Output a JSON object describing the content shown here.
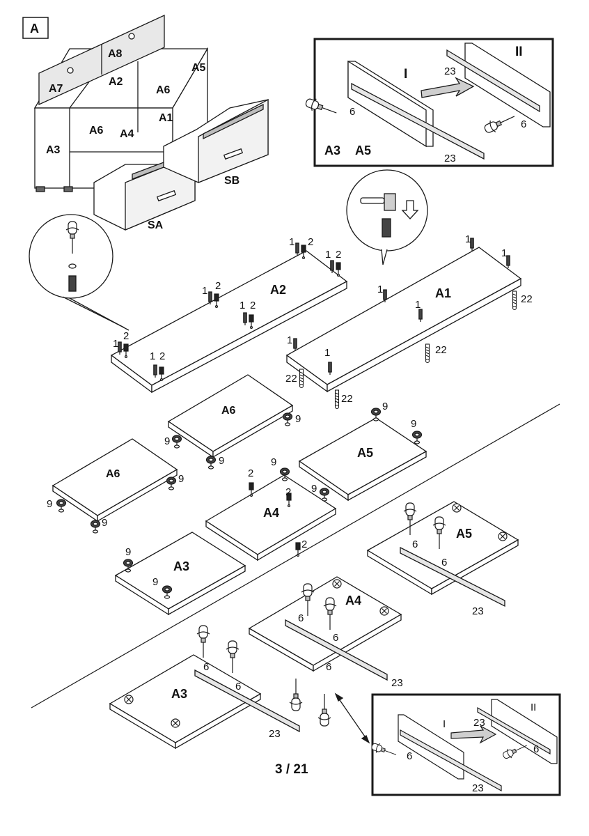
{
  "step_label": "A",
  "page_number": "3 / 21",
  "overview": {
    "parts": [
      "A8",
      "A7",
      "A2",
      "A5",
      "A6",
      "A1",
      "A6",
      "A4",
      "A3"
    ],
    "drawers": [
      "SB",
      "SA"
    ]
  },
  "slide_detail_top": {
    "panel_labels": [
      "I",
      "II"
    ],
    "numbers": [
      "23",
      "6",
      "6",
      "23"
    ],
    "parts": [
      "A3",
      "A5"
    ]
  },
  "slide_detail_bottom": {
    "panel_labels": [
      "I",
      "II"
    ],
    "numbers": [
      "23",
      "6",
      "6",
      "23"
    ]
  },
  "panels": {
    "a2": "A2",
    "a1": "A1",
    "a6_upper": "A6",
    "a6_lower": "A6",
    "a5_upper": "A5",
    "a4_upper": "A4",
    "a3_upper": "A3",
    "a5_lower": "A5",
    "a4_lower": "A4",
    "a3_lower": "A3"
  },
  "fittings": {
    "dowel": "1",
    "cam_bolt": "2",
    "cam_lock": "9",
    "screw": "6",
    "long_screw": "22",
    "rail": "23"
  },
  "colors": {
    "line": "#1a1a1a",
    "shade": "#bdbdbd",
    "fill": "#ffffff"
  }
}
